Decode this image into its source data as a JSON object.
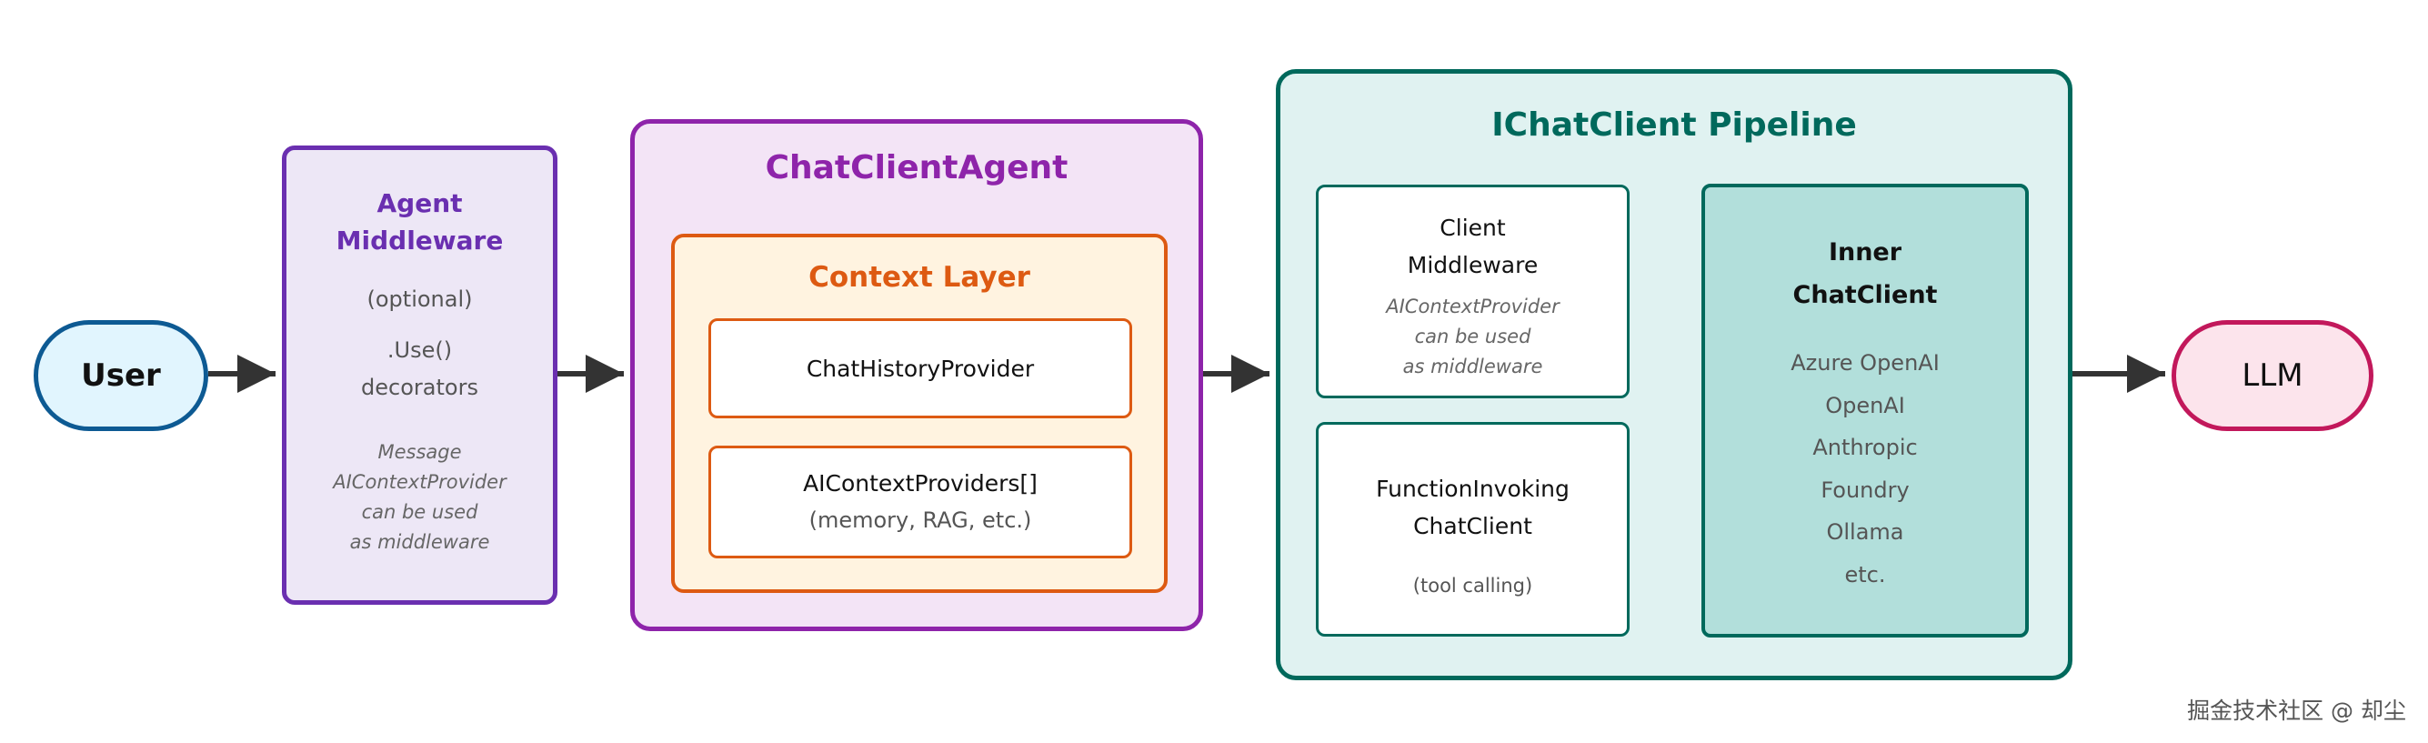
{
  "user": {
    "label": "User"
  },
  "llm": {
    "label": "LLM"
  },
  "agent_middleware": {
    "title_line1": "Agent",
    "title_line2": "Middleware",
    "optional": "(optional)",
    "use": ".Use()",
    "decorators": "decorators",
    "note_line1": "Message",
    "note_line2": "AIContextProvider",
    "note_line3": "can be used",
    "note_line4": "as middleware"
  },
  "chat_client_agent": {
    "title": "ChatClientAgent",
    "context_layer": {
      "title": "Context Layer",
      "history_provider": "ChatHistoryProvider",
      "context_providers": "AIContextProviders[]",
      "context_providers_note": "(memory, RAG, etc.)"
    }
  },
  "pipeline": {
    "title": "IChatClient Pipeline",
    "client_middleware": {
      "line1": "Client",
      "line2": "Middleware",
      "note_line1": "AIContextProvider",
      "note_line2": "can be used",
      "note_line3": "as middleware"
    },
    "function_invoking": {
      "line1": "FunctionInvoking",
      "line2": "ChatClient",
      "note": "(tool calling)"
    },
    "inner_chat_client": {
      "line1": "Inner",
      "line2": "ChatClient",
      "providers": [
        "Azure OpenAI",
        "OpenAI",
        "Anthropic",
        "Foundry",
        "Ollama",
        "etc."
      ]
    }
  },
  "watermark": "掘金技术社区 @ 却尘",
  "colors": {
    "user_fill": "#e1f5fe",
    "user_border": "#0d5a93",
    "agent_mw_fill": "#ede7f6",
    "agent_mw_border": "#6a2fb0",
    "chat_client_agent_fill": "#f3e4f6",
    "chat_client_agent_border": "#8e24aa",
    "context_layer_fill": "#fff3e0",
    "context_layer_border": "#dd5a12",
    "pipeline_fill": "#e0f2f1",
    "pipeline_border": "#00695c",
    "inner_client_fill": "#b2dfdb",
    "llm_fill": "#fce4ec",
    "llm_border": "#c2185b",
    "arrow": "#333333"
  }
}
